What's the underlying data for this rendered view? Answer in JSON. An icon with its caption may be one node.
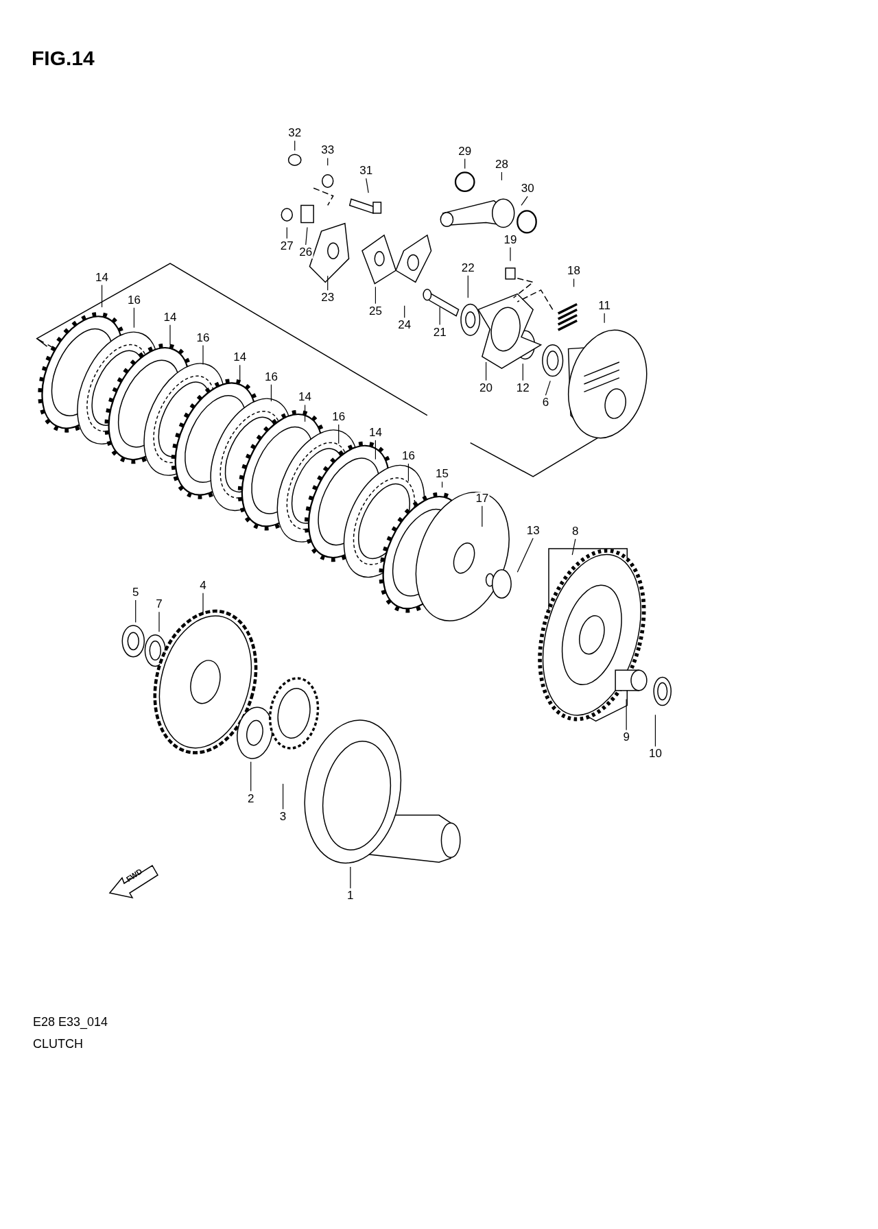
{
  "diagram": {
    "title": "FIG.14",
    "nodes": [
      {
        "text": [
          "32"
        ]
      },
      {
        "text": [
          "33"
        ]
      },
      {
        "text": [
          "29"
        ]
      },
      {
        "text": [
          "31"
        ]
      },
      {
        "text": [
          "28"
        ]
      },
      {
        "text": [
          "30"
        ]
      },
      {
        "text": [
          "19"
        ]
      },
      {
        "text": [
          "27"
        ]
      },
      {
        "text": [
          "26"
        ]
      },
      {
        "text": [
          "22"
        ]
      },
      {
        "text": [
          "18"
        ]
      },
      {
        "text": [
          "14"
        ]
      },
      {
        "text": [
          "23"
        ]
      },
      {
        "text": [
          "11"
        ]
      },
      {
        "text": [
          "16"
        ]
      },
      {
        "text": [
          "25"
        ]
      },
      {
        "text": [
          "14"
        ]
      },
      {
        "text": [
          "24"
        ]
      },
      {
        "text": [
          "21"
        ]
      },
      {
        "text": [
          "16"
        ]
      },
      {
        "text": [
          "14"
        ]
      },
      {
        "text": [
          "16"
        ]
      },
      {
        "text": [
          "20"
        ]
      },
      {
        "text": [
          "12"
        ]
      },
      {
        "text": [
          "14"
        ]
      },
      {
        "text": [
          "6"
        ]
      },
      {
        "text": [
          "16"
        ]
      },
      {
        "text": [
          "14"
        ]
      },
      {
        "text": [
          "16"
        ]
      },
      {
        "text": [
          "15"
        ]
      },
      {
        "text": [
          "17"
        ]
      },
      {
        "text": [
          "13"
        ]
      },
      {
        "text": [
          "8"
        ]
      },
      {
        "text": [
          "4"
        ]
      },
      {
        "text": [
          "5"
        ]
      },
      {
        "text": [
          "7"
        ]
      },
      {
        "text": [
          "9"
        ]
      },
      {
        "text": [
          "10"
        ]
      },
      {
        "text": [
          "2"
        ]
      },
      {
        "text": [
          "3"
        ]
      },
      {
        "text": [
          "1"
        ]
      }
    ],
    "edges": [
      {
        "from": 0,
        "to": null,
        "arrow": "none"
      },
      {
        "from": 1,
        "to": null,
        "arrow": "none"
      },
      {
        "from": 2,
        "to": null,
        "arrow": "none"
      },
      {
        "from": 3,
        "to": null,
        "arrow": "none"
      },
      {
        "from": 4,
        "to": null,
        "arrow": "none"
      },
      {
        "from": 5,
        "to": null,
        "arrow": "none"
      },
      {
        "from": 6,
        "to": null,
        "arrow": "none"
      },
      {
        "from": 7,
        "to": null,
        "arrow": "none"
      },
      {
        "from": 8,
        "to": null,
        "arrow": "none"
      },
      {
        "from": 9,
        "to": null,
        "arrow": "none"
      },
      {
        "from": 10,
        "to": null,
        "arrow": "none"
      },
      {
        "from": 11,
        "to": null,
        "arrow": "none"
      },
      {
        "from": 12,
        "to": null,
        "arrow": "none"
      },
      {
        "from": 13,
        "to": null,
        "arrow": "none"
      },
      {
        "from": 14,
        "to": null,
        "arrow": "none"
      },
      {
        "from": 15,
        "to": null,
        "arrow": "none"
      },
      {
        "from": 16,
        "to": null,
        "arrow": "none"
      },
      {
        "from": 17,
        "to": null,
        "arrow": "none"
      },
      {
        "from": 18,
        "to": null,
        "arrow": "none"
      },
      {
        "from": 19,
        "to": null,
        "arrow": "none"
      },
      {
        "from": 20,
        "to": null,
        "arrow": "none"
      },
      {
        "from": 21,
        "to": null,
        "arrow": "none"
      },
      {
        "from": 22,
        "to": null,
        "arrow": "none"
      },
      {
        "from": 23,
        "to": null,
        "arrow": "none"
      },
      {
        "from": 24,
        "to": null,
        "arrow": "none"
      },
      {
        "from": 25,
        "to": null,
        "arrow": "none"
      },
      {
        "from": 26,
        "to": null,
        "arrow": "none"
      },
      {
        "from": 27,
        "to": null,
        "arrow": "none"
      },
      {
        "from": 28,
        "to": null,
        "arrow": "none"
      },
      {
        "from": 29,
        "to": null,
        "arrow": "none"
      },
      {
        "from": 30,
        "to": null,
        "arrow": "none"
      },
      {
        "from": 31,
        "to": null,
        "arrow": "none"
      },
      {
        "from": 32,
        "to": null,
        "arrow": "none"
      },
      {
        "from": 33,
        "to": null,
        "arrow": "none"
      },
      {
        "from": 34,
        "to": null,
        "arrow": "none"
      },
      {
        "from": 35,
        "to": null,
        "arrow": "none"
      },
      {
        "from": 36,
        "to": null,
        "arrow": "none"
      },
      {
        "from": 37,
        "to": null,
        "arrow": "none"
      },
      {
        "from": 38,
        "to": null,
        "arrow": "none"
      },
      {
        "from": 39,
        "to": null,
        "arrow": "none"
      },
      {
        "from": 40,
        "to": null,
        "arrow": "none"
      }
    ],
    "labels": [
      "FWD",
      "E28 E33_014",
      "CLUTCH"
    ]
  }
}
